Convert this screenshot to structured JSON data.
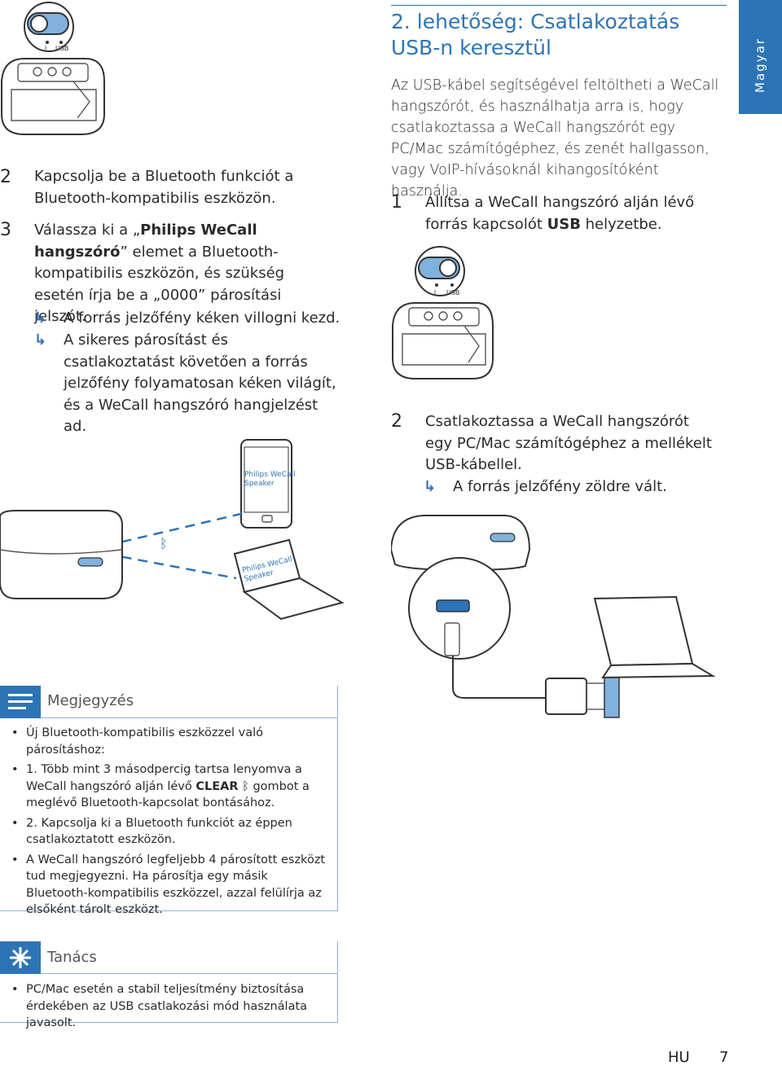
{
  "side_tab": {
    "label": "Magyar"
  },
  "left": {
    "step2": {
      "num": "2",
      "text": "Kapcsolja be a Bluetooth funkciót a Bluetooth-kompatibilis eszközön."
    },
    "step3": {
      "num": "3",
      "text_pre": "Válassza ki a „",
      "text_bold": "Philips WeCall hangszóró",
      "text_post": "” elemet a Bluetooth-kompatibilis eszközön, és szükség esetén írja be a „0000” párosítási jelszót."
    },
    "results": [
      "A forrás jelzőfény kéken villogni kezd.",
      "A sikeres párosítást és csatlakoztatást követően a forrás jelzőfény folyamatosan kéken világít, és a WeCall hangszóró hangjelzést ad."
    ],
    "phone_label": "Philips WeCall Speaker",
    "laptop_label": "Philips WeCall Speaker",
    "usb_label_top": "USB"
  },
  "right": {
    "title": "2. lehetőség: Csatlakoztatás USB-n keresztül",
    "intro": "Az USB-kábel segítségével feltöltheti a WeCall hangszórót, és használhatja arra is, hogy csatlakoztassa a WeCall hangszórót egy PC/Mac számítógéphez, és zenét hallgasson, vagy VoIP-hívásoknál kihangosítóként használja.",
    "step1": {
      "num": "1",
      "text_pre": "Állítsa a WeCall hangszóró alján lévő forrás kapcsolót ",
      "text_bold": "USB",
      "text_post": " helyzetbe."
    },
    "usb_label": "USB",
    "step2": {
      "num": "2",
      "text": "Csatlakoztassa a WeCall hangszórót egy PC/Mac számítógéphez a mellékelt USB-kábellel."
    },
    "result": "A forrás jelzőfény zöldre vált."
  },
  "note": {
    "title": "Megjegyzés",
    "items": [
      {
        "text": "Új Bluetooth-kompatibilis eszközzel való párosításhoz:"
      },
      {
        "pre": "1. Több mint 3 másodpercig tartsa lenyomva a WeCall hangszóró alján lévő ",
        "bold": "CLEAR",
        "post": " gombot a meglévő Bluetooth-kapcsolat bontásához."
      },
      {
        "text": "2. Kapcsolja ki a Bluetooth funkciót az éppen csatlakoztatott eszközön."
      },
      {
        "text": "A WeCall hangszóró legfeljebb 4 párosított eszközt tud megjegyezni. Ha párosítja egy másik Bluetooth-kompatibilis eszközzel, azzal felülírja az elsőként tárolt eszközt."
      }
    ]
  },
  "tip": {
    "title": "Tanács",
    "items": [
      "PC/Mac esetén a stabil teljesítmény biztosítása érdekében az USB csatlakozási mód használata javasolt."
    ]
  },
  "footer": {
    "lang": "HU",
    "page": "7"
  }
}
